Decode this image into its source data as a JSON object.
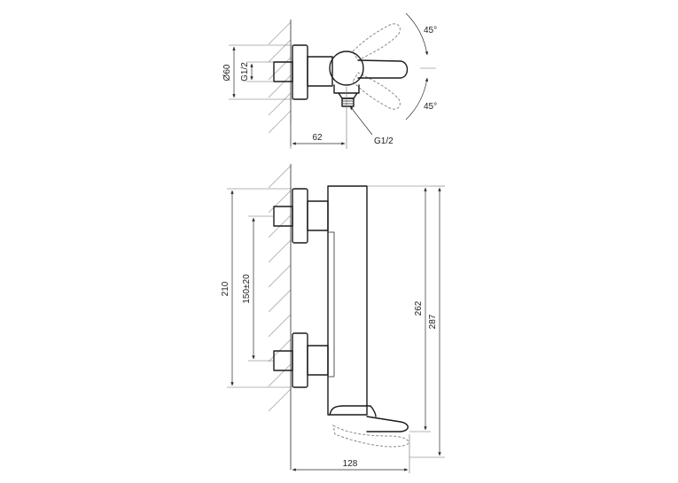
{
  "top_view": {
    "angle_upper": "45°",
    "angle_lower": "45°",
    "dim_diameter": "Ø60",
    "dim_thread_left": "G1/2",
    "dim_depth": "62",
    "dim_thread_outlet": "G1/2"
  },
  "side_view": {
    "dim_inlet_span": "210",
    "dim_inlet_spacing": "150±20",
    "dim_body_height": "262",
    "dim_total_height": "287",
    "dim_width": "128"
  }
}
